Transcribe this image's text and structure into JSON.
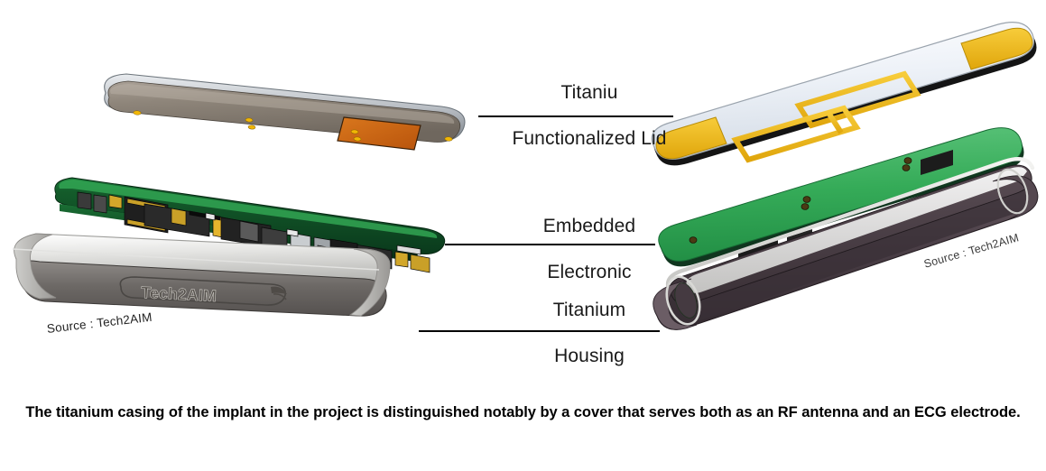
{
  "figure": {
    "background_color": "#ffffff",
    "caption": "The titanium casing of the implant in the project is distinguished notably by a cover that serves both as an RF antenna and an ECG electrode."
  },
  "callouts": [
    {
      "id": "titanium-functionalized-lid",
      "label": "Titaniu\nFunctionalized Lid",
      "line1": "Titaniu",
      "line2": "Functionalized Lid"
    },
    {
      "id": "embedded-electronic",
      "label": "Embedded\nElectronic",
      "line1": "Embedded",
      "line2": "Electronic"
    },
    {
      "id": "titanium-housing",
      "label": "Titanium\nHousing",
      "line1": "Titanium",
      "line2": "Housing"
    }
  ],
  "watermarks": {
    "left": "Source : Tech2AIM",
    "right": "Source : Tech2AIM"
  },
  "engraving": {
    "housing_logo": "Tech2AIM"
  },
  "components": {
    "lid_underside": {
      "name": "Titanium functionalized lid - underside view",
      "body_color": "#8c8377",
      "pad_color": "#cc6b15",
      "contact_color": "#f0b400"
    },
    "lid_topside": {
      "name": "Titanium functionalized lid - antenna / ECG electrode side",
      "body_color": "#eef2f7",
      "trace_color": "#f0bb20",
      "edge_color": "#1c1c1c"
    },
    "pcb_left": {
      "name": "Embedded electronic PCB - populated edge view",
      "board_color": "#0f4a23",
      "component_color": "#2b2b2b",
      "pad_color": "#d9a520"
    },
    "pcb_right": {
      "name": "Embedded electronic PCB - plain green side",
      "board_color": "#3bae5e",
      "hole_color": "#4a3a14"
    },
    "housing_left": {
      "name": "Titanium housing - closed outer view",
      "body_color": "#d8d8d6",
      "face_color": "#6e6a68"
    },
    "housing_right": {
      "name": "Titanium housing - open tray view",
      "wall_color": "#4a3f46",
      "rim_color": "#d6d6d4",
      "inner_color": "#3b3138"
    }
  }
}
